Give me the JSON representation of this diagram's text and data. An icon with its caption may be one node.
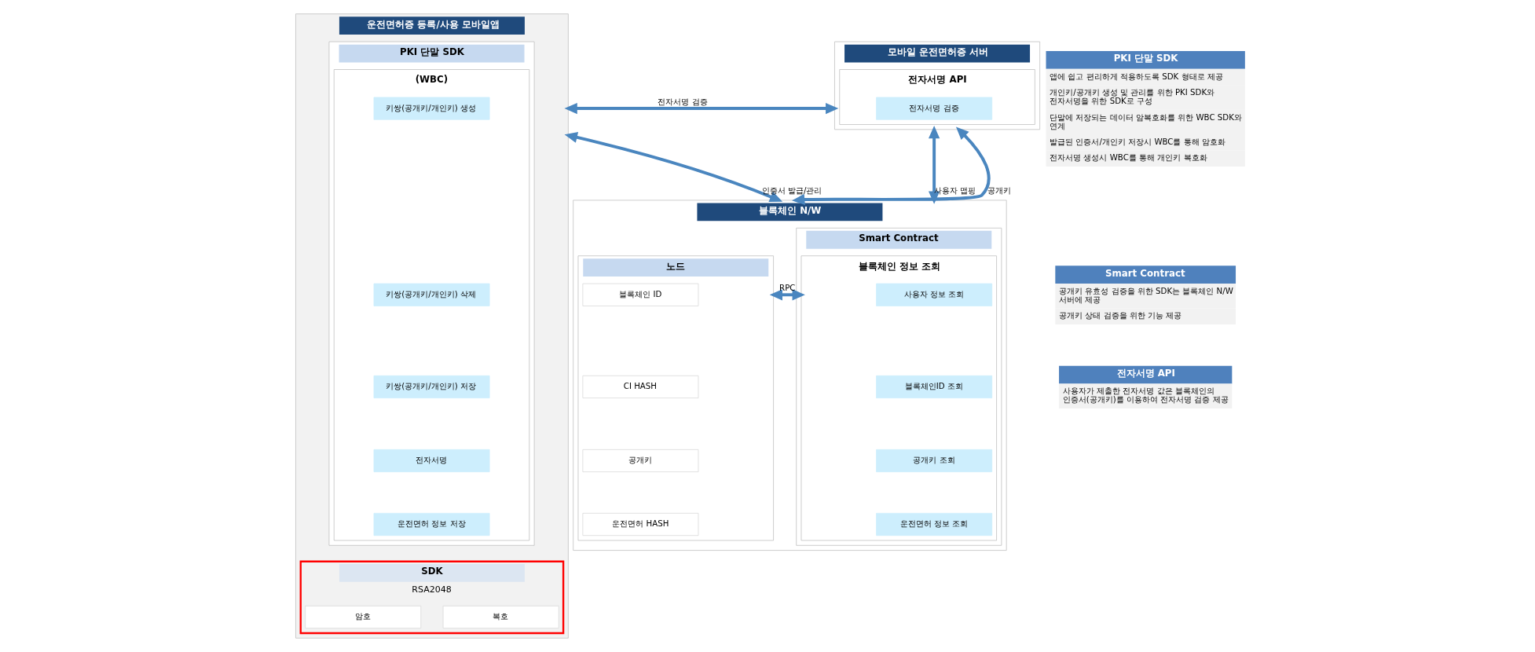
{
  "diagram": {
    "nodes": [
      {
        "text": [
          "운전면허증 등록/사용 모바일앱"
        ]
      },
      {
        "text": [
          "PKI 단말 SDK"
        ],
        "in": 0
      },
      {
        "text": [
          "(WBC)"
        ],
        "in": 1
      },
      {
        "text": [
          "키쌍(공개키/개인키) 생성"
        ],
        "in": 2
      },
      {
        "text": [
          "키쌍(공개키/개인키) 삭제"
        ],
        "in": 2
      },
      {
        "text": [
          "키쌍(공개키/개인키) 저장"
        ],
        "in": 2
      },
      {
        "text": [
          "전자서명"
        ],
        "in": 2
      },
      {
        "text": [
          "운전면허 정보 저장"
        ],
        "in": 2
      },
      {
        "text": [
          "SDK",
          "RSA2048"
        ],
        "in": 0
      },
      {
        "text": [
          "암호"
        ],
        "in": 8
      },
      {
        "text": [
          "복호"
        ],
        "in": 8
      },
      {
        "text": [
          "모바일 운전면허증 서버"
        ]
      },
      {
        "text": [
          "전자서명 API"
        ],
        "in": 11
      },
      {
        "text": [
          "전자서명 검증"
        ],
        "in": 12
      },
      {
        "text": [
          "블록체인 N/W"
        ]
      },
      {
        "text": [
          "Smart Contract"
        ],
        "in": 14
      },
      {
        "text": [
          "블록체인 정보 조회"
        ],
        "in": 15
      },
      {
        "text": [
          "사용자 정보 조회"
        ],
        "in": 16
      },
      {
        "text": [
          "블록체인ID 조회"
        ],
        "in": 16
      },
      {
        "text": [
          "공개키 조회"
        ],
        "in": 16
      },
      {
        "text": [
          "운전면허 정보 조회"
        ],
        "in": 16
      },
      {
        "text": [
          "노드"
        ],
        "in": 14
      },
      {
        "text": [
          "블록체인 ID"
        ],
        "in": 21
      },
      {
        "text": [
          "CI HASH"
        ],
        "in": 21
      },
      {
        "text": [
          "공개키"
        ],
        "in": 21
      },
      {
        "text": [
          "운전면허 HASH"
        ],
        "in": 21
      },
      {
        "text": [
          "PKI 단말 SDK",
          "앱에 쉽고 편리하게 적용하도록 SDK 형태로 제공",
          "개인키/공개키 생성 및 관리를 위한 PKI SDK와 전자서명을 위한 SDK로 구성",
          "단말에 저장되는 데이터 암복호화를 위한 WBC SDK와 연계",
          "발급된 인증서/개인키 저장시 WBC를 통해 암호화",
          "전자서명 생성시 WBC를 통해 개인키 복호화"
        ]
      },
      {
        "text": [
          "Smart Contract",
          "공개키 유효성 검증을 위한 SDK는 블록체인 N/W 서버에 제공",
          "공개키 상태 검증을 위한 기능 제공"
        ]
      },
      {
        "text": [
          "전자서명 API",
          "사용자가 제출한 전자서명 값은 블록체인의 인증서(공개키)를 이용하여 전자서명 검증 제공"
        ]
      }
    ],
    "edges": [
      {
        "from": 0,
        "to": 11,
        "arrow": "both",
        "label": "전자서명 검증"
      },
      {
        "from": 11,
        "to": 14,
        "arrow": "both",
        "label": "사용자 맵핑"
      },
      {
        "from": 14,
        "to": 11,
        "arrow": "both",
        "label": "공개키"
      },
      {
        "from": 0,
        "to": 14,
        "arrow": "both",
        "label": "인증서 발급/관리"
      },
      {
        "from": 16,
        "to": 21,
        "arrow": "both",
        "label": "RPC"
      }
    ]
  }
}
